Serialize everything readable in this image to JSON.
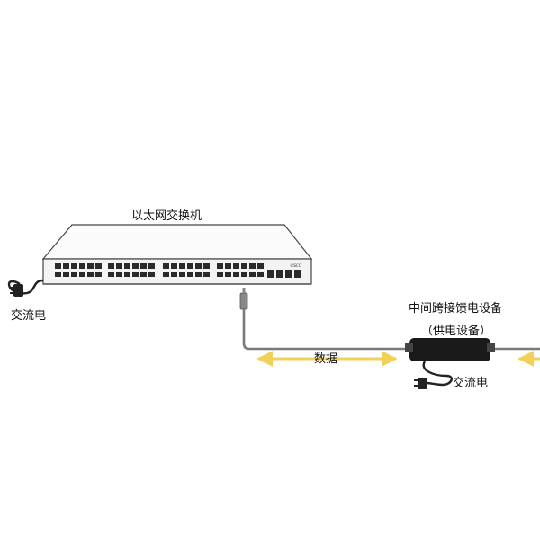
{
  "labels": {
    "switch": "以太网交换机",
    "ac_left": "交流电",
    "data": "数据",
    "injector_title": "中间跨接馈电设备",
    "injector_sub": "（供电设备）",
    "ac_right": "交流电"
  },
  "switch_brand": "CISCO",
  "colors": {
    "arrow": "#f2d15a",
    "cable": "#7a7a7a",
    "switch_body": "#f3f3f3",
    "injector_body": "#1a1a1a",
    "port": "#2a2a2a"
  }
}
